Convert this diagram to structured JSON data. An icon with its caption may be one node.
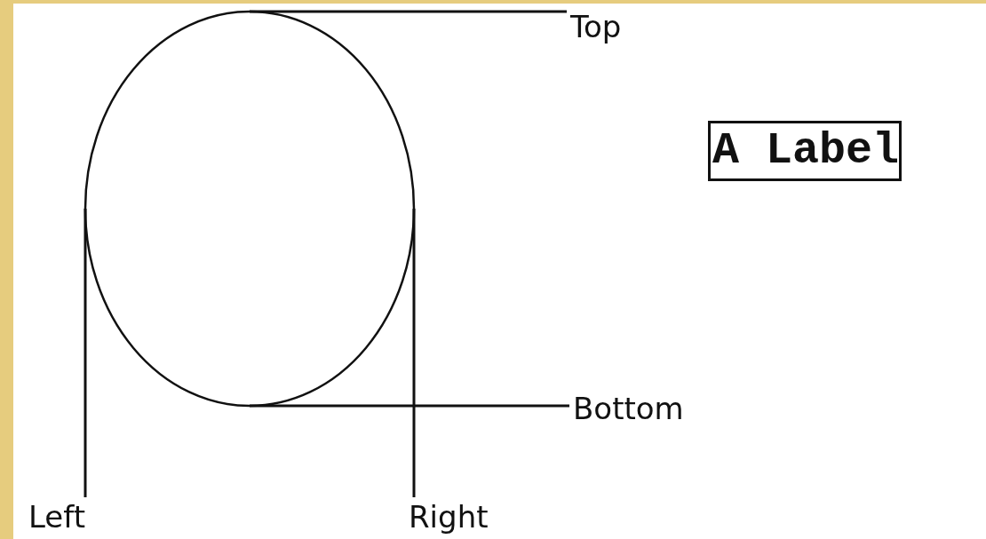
{
  "diagram": {
    "nodes": [
      {
        "text": [],
        "shape": "ellipse"
      },
      {
        "text": [
          "Top"
        ]
      },
      {
        "text": [
          "Bottom"
        ]
      },
      {
        "text": [
          "Left"
        ]
      },
      {
        "text": [
          "Right"
        ]
      },
      {
        "text": [
          "A Label"
        ]
      }
    ],
    "edges": [
      {
        "from": 1,
        "to": 0,
        "arrow": "none"
      },
      {
        "from": 2,
        "to": 0,
        "arrow": "none"
      },
      {
        "from": 3,
        "to": 0,
        "arrow": "none"
      },
      {
        "from": 4,
        "to": 0,
        "arrow": "none"
      }
    ]
  }
}
